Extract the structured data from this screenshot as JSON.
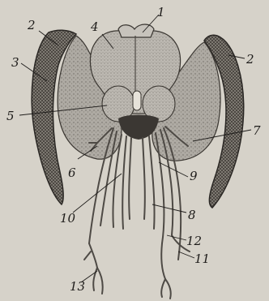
{
  "labels": {
    "l1": "1",
    "l2_left": "2",
    "l2_right": "2",
    "l3": "3",
    "l4": "4",
    "l5": "5",
    "l6": "6",
    "l7": "7",
    "l8": "8",
    "l9": "9",
    "l10": "10",
    "l11": "11",
    "l12": "12",
    "l13": "13"
  },
  "colors": {
    "background": "#d6d2c9",
    "ink": "#1e1c1a",
    "eye_mesh": "#6f6a63",
    "lobe_fill": "#a9a59e",
    "brain_fill": "#b7b3ac"
  }
}
